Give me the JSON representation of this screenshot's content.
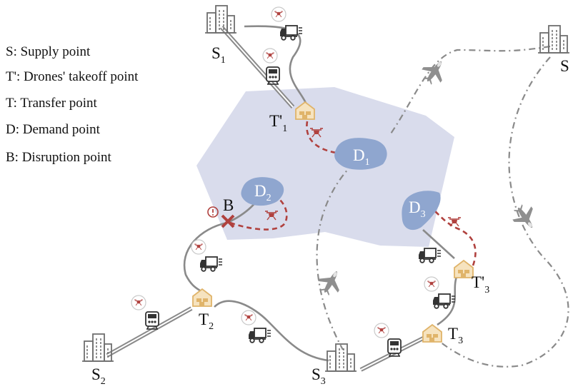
{
  "legend": {
    "supply": "S: Supply point",
    "takeoff": "T': Drones' takeoff point",
    "transfer": "T: Transfer point",
    "demand": "D: Demand point",
    "disruption": "B: Disruption point"
  },
  "nodes": {
    "s1": {
      "main": "S",
      "sub": "1"
    },
    "s2": {
      "main": "S",
      "sub": "2"
    },
    "s3": {
      "main": "S",
      "sub": "3"
    },
    "s4": {
      "main": "S",
      "sub": ""
    },
    "t1p": {
      "main": "T'",
      "sub": "1"
    },
    "t2": {
      "main": "T",
      "sub": "2"
    },
    "t3p": {
      "main": "T'",
      "sub": "3"
    },
    "t3": {
      "main": "T",
      "sub": "3"
    },
    "d1": {
      "main": "D",
      "sub": "1"
    },
    "d2": {
      "main": "D",
      "sub": "2"
    },
    "d3": {
      "main": "D",
      "sub": "3"
    },
    "b": {
      "main": "B",
      "sub": ""
    }
  },
  "colors": {
    "region": "#d9dcec",
    "demand": "#8fa6cf",
    "drone_path": "#b0413e",
    "road": "#8a8a8a",
    "air_route": "#8a8a8a",
    "warehouse": "#e0b46a",
    "icon_gray": "#6f6f6f"
  }
}
